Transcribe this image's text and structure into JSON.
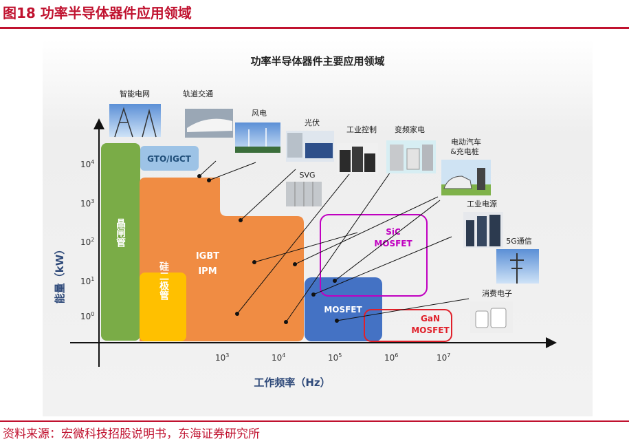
{
  "header": {
    "title": "图18 功率半导体器件应用领域"
  },
  "source_note": "资料来源：宏微科技招股说明书，东海证券研究所",
  "diagram": {
    "title": "功率半导体器件主要应用领域",
    "y_axis_label": "能量（kW）",
    "x_axis_label": "工作频率（Hz）",
    "y_ticks": [
      {
        "base": "10",
        "exp": "4"
      },
      {
        "base": "10",
        "exp": "3"
      },
      {
        "base": "10",
        "exp": "2"
      },
      {
        "base": "10",
        "exp": "1"
      },
      {
        "base": "10",
        "exp": "0"
      }
    ],
    "x_ticks": [
      {
        "base": "10",
        "exp": "3"
      },
      {
        "base": "10",
        "exp": "4"
      },
      {
        "base": "10",
        "exp": "5"
      },
      {
        "base": "10",
        "exp": "6"
      },
      {
        "base": "10",
        "exp": "7"
      }
    ],
    "devices": {
      "thyristor": "晶闸管",
      "gto": "GTO/IGCT",
      "igbt_line1": "IGBT",
      "igbt_line2": "IPM",
      "diode": "硅二极管",
      "mosfet": "MOSFET",
      "sic_line1": "SiC",
      "sic_line2": "MOSFET",
      "gan_line1": "GaN",
      "gan_line2": "MOSFET"
    },
    "applications": {
      "smart_grid": "智能电网",
      "rail": "轨道交通",
      "wind": "风电",
      "pv": "光伏",
      "industrial_control": "工业控制",
      "inverter_appliance": "变频家电",
      "svg": "SVG",
      "ev_line1": "电动汽车",
      "ev_line2": "&充电桩",
      "industrial_power": "工业电源",
      "telecom_5g": "5G通信",
      "consumer": "消费电子"
    },
    "colors": {
      "thyristor": "#7aac47",
      "gto": "#9dc3e6",
      "igbt": "#f08c43",
      "diode": "#ffc000",
      "mosfet": "#4472c4",
      "sic": "#c000c0",
      "gan": "#e0202a",
      "accent": "#c0122f"
    }
  }
}
